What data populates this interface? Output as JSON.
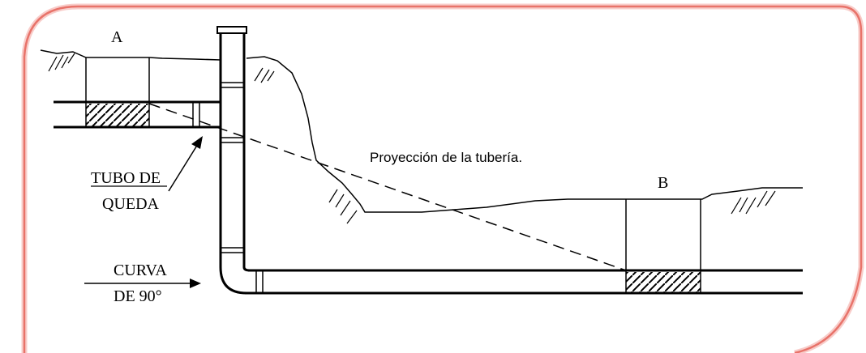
{
  "labels": {
    "point_a": "A",
    "point_b": "B",
    "projection": "Proyección de la tubería.",
    "drop_pipe_line1": "TUBO DE",
    "drop_pipe_line2": "QUEDA",
    "elbow_line1": "CURVA",
    "elbow_line2": "DE 90°"
  },
  "colors": {
    "frame_border": "#e8736a",
    "frame_glow": "#f3a39c",
    "ink": "#000000"
  }
}
